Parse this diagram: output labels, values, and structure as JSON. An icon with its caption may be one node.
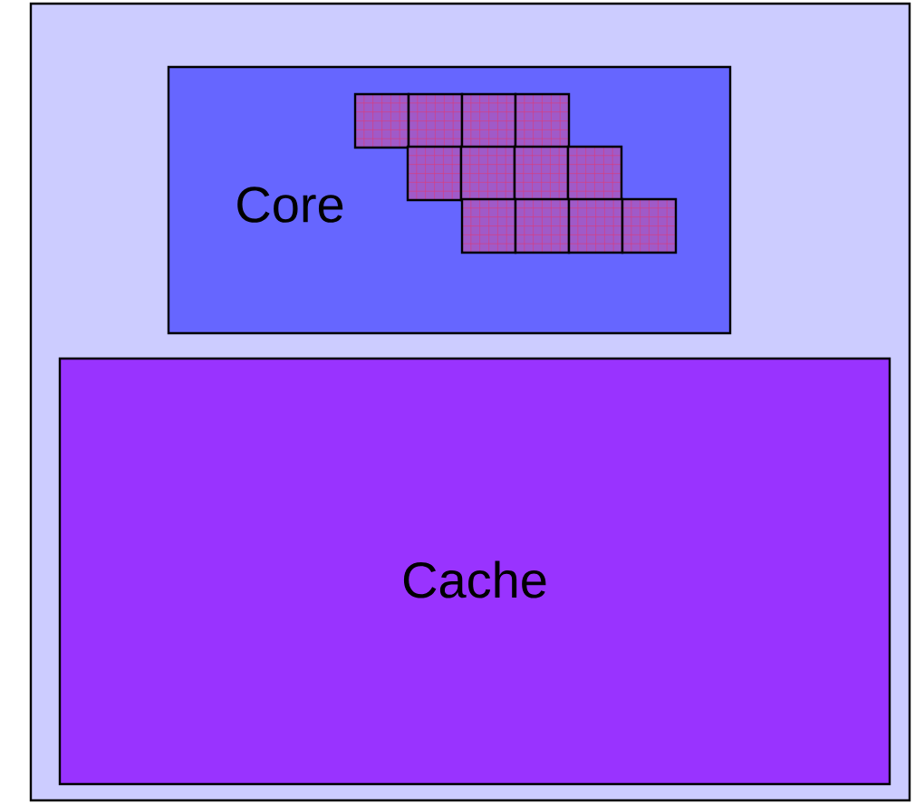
{
  "diagram": {
    "nodes": [
      {
        "text": [],
        "shape": "box"
      },
      {
        "text": [
          "Core"
        ],
        "in": 0
      },
      {
        "text": [
          "Cache"
        ],
        "in": 0
      }
    ]
  }
}
